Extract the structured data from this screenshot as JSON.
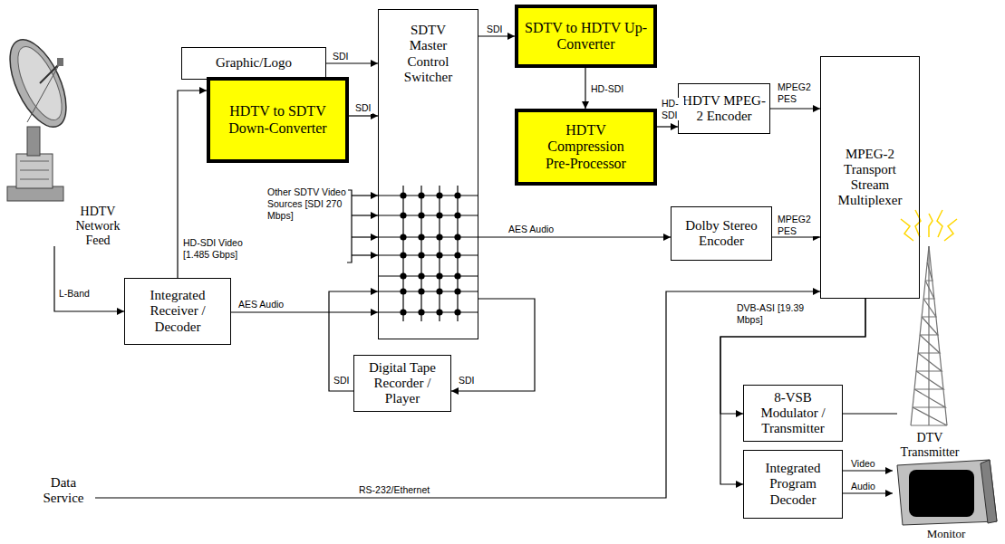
{
  "diagram": {
    "nodes": [
      {
        "text": [
          "HDTV Network Feed"
        ]
      },
      {
        "text": [
          "Graphic/Logo"
        ]
      },
      {
        "text": [
          "HDTV to SDTV Down-Converter"
        ]
      },
      {
        "text": [
          "SDTV Master Control Switcher"
        ]
      },
      {
        "text": [
          "SDTV to HDTV Up-Converter"
        ]
      },
      {
        "text": [
          "HDTV Compression Pre-Processor"
        ]
      },
      {
        "text": [
          "HDTV MPEG-2 Encoder"
        ]
      },
      {
        "text": [
          "Dolby Stereo Encoder"
        ]
      },
      {
        "text": [
          "MPEG-2 Transport Stream Multiplexer"
        ]
      },
      {
        "text": [
          "Integrated Receiver / Decoder"
        ]
      },
      {
        "text": [
          "Digital Tape Recorder / Player"
        ]
      },
      {
        "text": [
          "Data Service"
        ]
      },
      {
        "text": [
          "8-VSB Modulator / Transmitter"
        ]
      },
      {
        "text": [
          "Integrated Program Decoder"
        ]
      },
      {
        "text": [
          "DTV Transmitter"
        ]
      },
      {
        "text": [
          "Monitor"
        ]
      }
    ],
    "edges": [
      {
        "from": 0,
        "to": 9,
        "label": "L-Band",
        "arrow": "to"
      },
      {
        "from": 9,
        "to": 2,
        "label": "HD-SDI Video [1.485 Gbps]",
        "arrow": "to"
      },
      {
        "from": 9,
        "to": 3,
        "label": "AES Audio",
        "arrow": "to"
      },
      {
        "from": 1,
        "to": 3,
        "label": "SDI",
        "arrow": "to"
      },
      {
        "from": 2,
        "to": 3,
        "label": "SDI",
        "arrow": "to"
      },
      {
        "from": 3,
        "to": 4,
        "label": "SDI",
        "arrow": "to"
      },
      {
        "from": 4,
        "to": 5,
        "label": "HD-SDI",
        "arrow": "to"
      },
      {
        "from": 5,
        "to": 6,
        "label": "HD-SDI",
        "arrow": "to"
      },
      {
        "from": 3,
        "to": 7,
        "label": "AES Audio",
        "arrow": "to"
      },
      {
        "from": 6,
        "to": 8,
        "label": "MPEG2 PES",
        "arrow": "to"
      },
      {
        "from": 7,
        "to": 8,
        "label": "MPEG2 PES",
        "arrow": "to"
      },
      {
        "from": 3,
        "to": 10,
        "label": "SDI",
        "arrow": "to"
      },
      {
        "from": 10,
        "to": 3,
        "label": "SDI",
        "arrow": "to"
      },
      {
        "from": 11,
        "to": 8,
        "label": "RS-232/Ethernet",
        "arrow": "to"
      },
      {
        "from": 8,
        "to": 12,
        "label": "DVB-ASI [19.39 Mbps]",
        "arrow": "to"
      },
      {
        "from": 8,
        "to": 13,
        "arrow": "to"
      },
      {
        "from": 12,
        "to": 14,
        "arrow": "none"
      },
      {
        "from": 13,
        "to": 15,
        "label": "Video",
        "arrow": "to"
      },
      {
        "from": 13,
        "to": 15,
        "label": "Audio",
        "arrow": "to"
      }
    ],
    "labels": [
      "Other SDTV Video Sources [SDI 270 Mbps]"
    ]
  }
}
